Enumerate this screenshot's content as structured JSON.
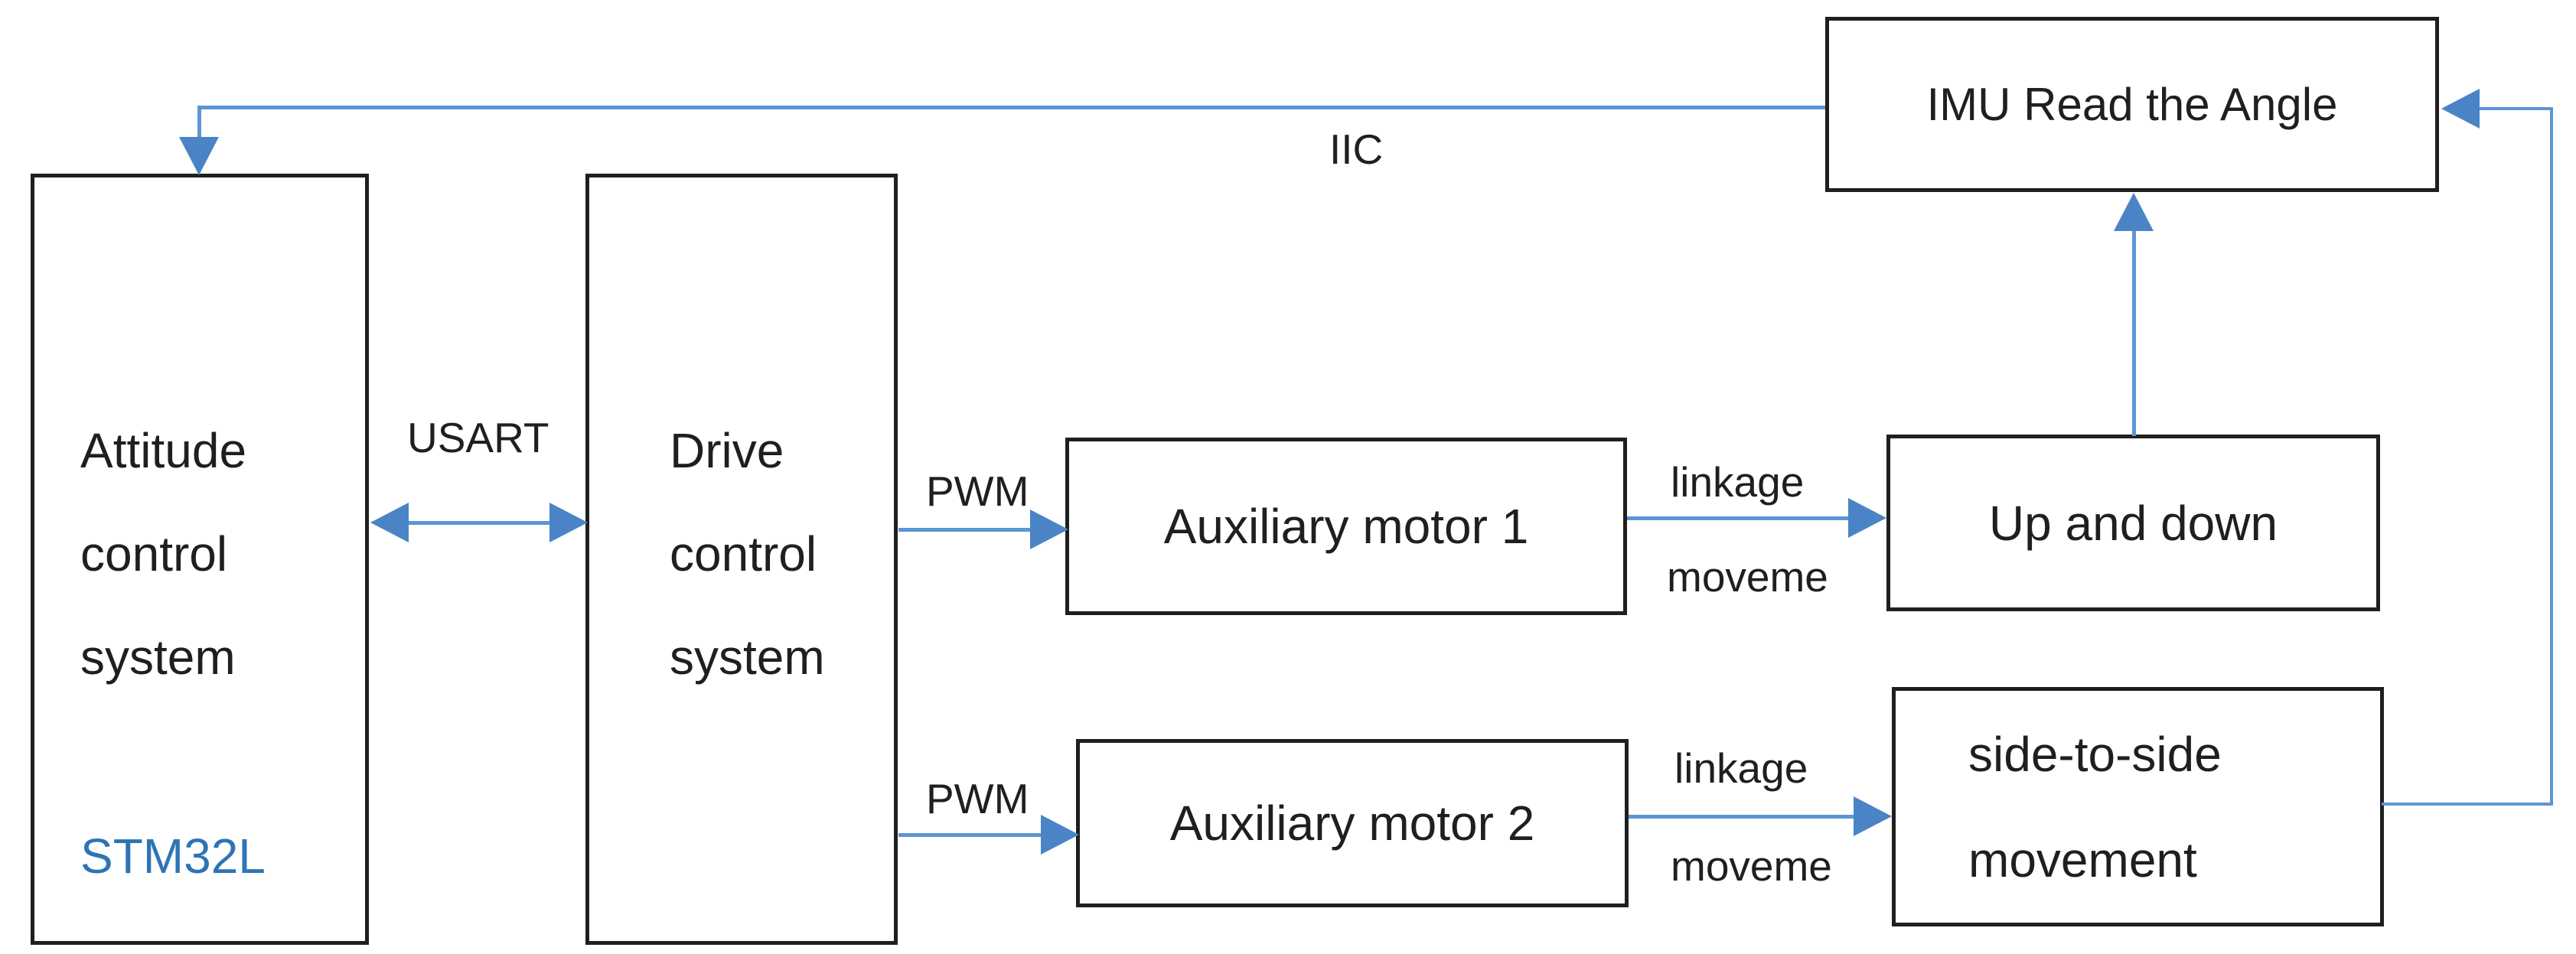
{
  "diagram": {
    "boxes": {
      "attitude": {
        "lines": [
          "Attitude",
          "control",
          "system"
        ],
        "chip": "STM32L"
      },
      "drive": {
        "lines": [
          "Drive",
          "control",
          "system"
        ]
      },
      "aux1": {
        "label": "Auxiliary motor 1"
      },
      "aux2": {
        "label": "Auxiliary motor 2"
      },
      "updown": {
        "label": "Up and down"
      },
      "side": {
        "lines": [
          "side-to-side",
          "movement"
        ]
      },
      "imu": {
        "label": "IMU Read the Angle"
      }
    },
    "connectors": {
      "usart": {
        "label": "USART"
      },
      "iic": {
        "label": "IIC"
      },
      "pwm1": {
        "label": "PWM"
      },
      "pwm2": {
        "label": "PWM"
      },
      "linkage1": {
        "top": "linkage",
        "bottom": "moveme"
      },
      "linkage2": {
        "top": "linkage",
        "bottom": "moveme"
      }
    },
    "colors": {
      "connector": "#5b96d2",
      "arrowhead": "#4a84c6",
      "box_border": "#1f1f1f",
      "text": "#1f1f1f",
      "chip_text": "#2e74b5",
      "background": "#ffffff"
    }
  }
}
